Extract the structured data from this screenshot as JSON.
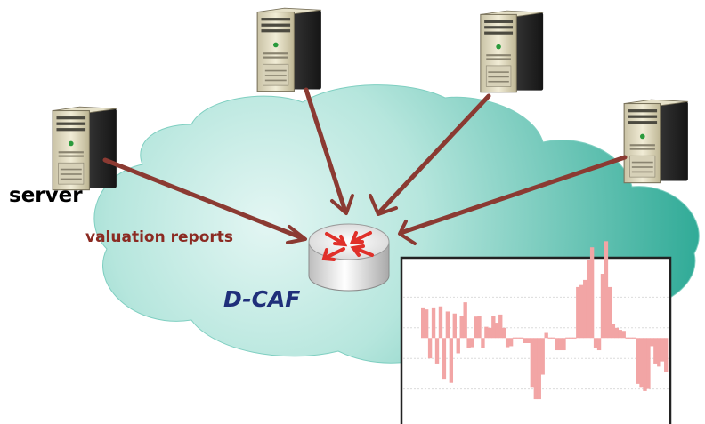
{
  "labels": {
    "server": "server",
    "reports": "valuation reports",
    "router": "D-CAF"
  },
  "colors": {
    "cloud_light": "#e3f6f3",
    "cloud_dark": "#2aa894",
    "arrow": "#8b3a32",
    "reports_text": "#8b2a22",
    "router_text": "#1f2f7a",
    "router_arrows": "#e0302a",
    "bar_fill": "#f2a5a5",
    "chart_grid": "#dcdcdc"
  },
  "icons": {
    "server": "server-tower-icon",
    "router": "router-icon"
  },
  "servers": [
    "server-left",
    "server-top-left",
    "server-top-right",
    "server-right"
  ],
  "chart_data": {
    "type": "bar",
    "title": "",
    "xlabel": "",
    "ylabel": "",
    "grid": true,
    "baseline": 0,
    "ylim": [
      -80,
      70
    ],
    "values": [
      30,
      28,
      -20,
      30,
      -25,
      31,
      -40,
      26,
      -44,
      24,
      -15,
      22,
      35,
      -10,
      -9,
      21,
      22,
      -10,
      11,
      10,
      22,
      15,
      23,
      10,
      -9,
      -8,
      0,
      0,
      0,
      -5,
      -5,
      -48,
      -60,
      -60,
      -36,
      5,
      0,
      0,
      -12,
      -12,
      -12,
      0,
      0,
      0,
      50,
      52,
      57,
      77,
      89,
      -10,
      -12,
      63,
      95,
      50,
      14,
      10,
      8,
      7,
      -1,
      -1,
      -1,
      -45,
      -48,
      -52,
      -50,
      -8,
      -25,
      -28,
      -23,
      -33
    ]
  }
}
